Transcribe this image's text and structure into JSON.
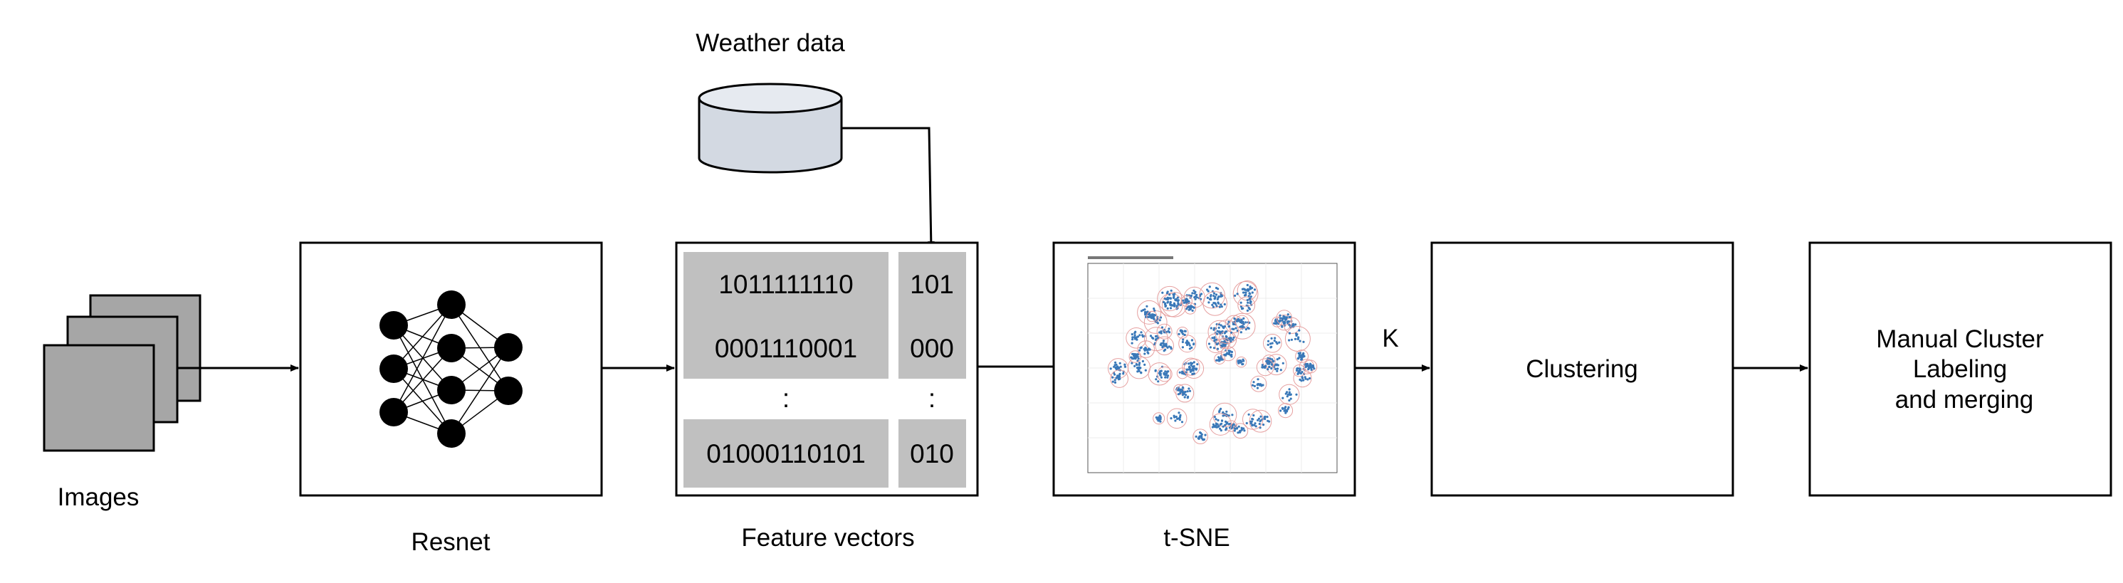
{
  "labels": {
    "weather": "Weather data",
    "images": "Images",
    "resnet": "Resnet",
    "features": "Feature vectors",
    "tsne": "t-SNE",
    "k": "K",
    "clustering": "Clustering",
    "manual_line1": "Manual Cluster",
    "manual_line2": "Labeling",
    "manual_line3": "and merging"
  },
  "feature_vectors": {
    "image_rows": [
      "1011111110",
      "0001110001",
      ":",
      "01000110101"
    ],
    "weather_rows": [
      "101",
      "000",
      ":",
      "010"
    ]
  },
  "colors": {
    "stroke": "#000000",
    "image_stack_fill": "#a6a6a6",
    "feature_cell_fill": "#c0c0c0",
    "cylinder_fill": "#d3d9e2",
    "tsne_points": "#3a78b8",
    "tsne_outline": "#e6a0a0"
  }
}
